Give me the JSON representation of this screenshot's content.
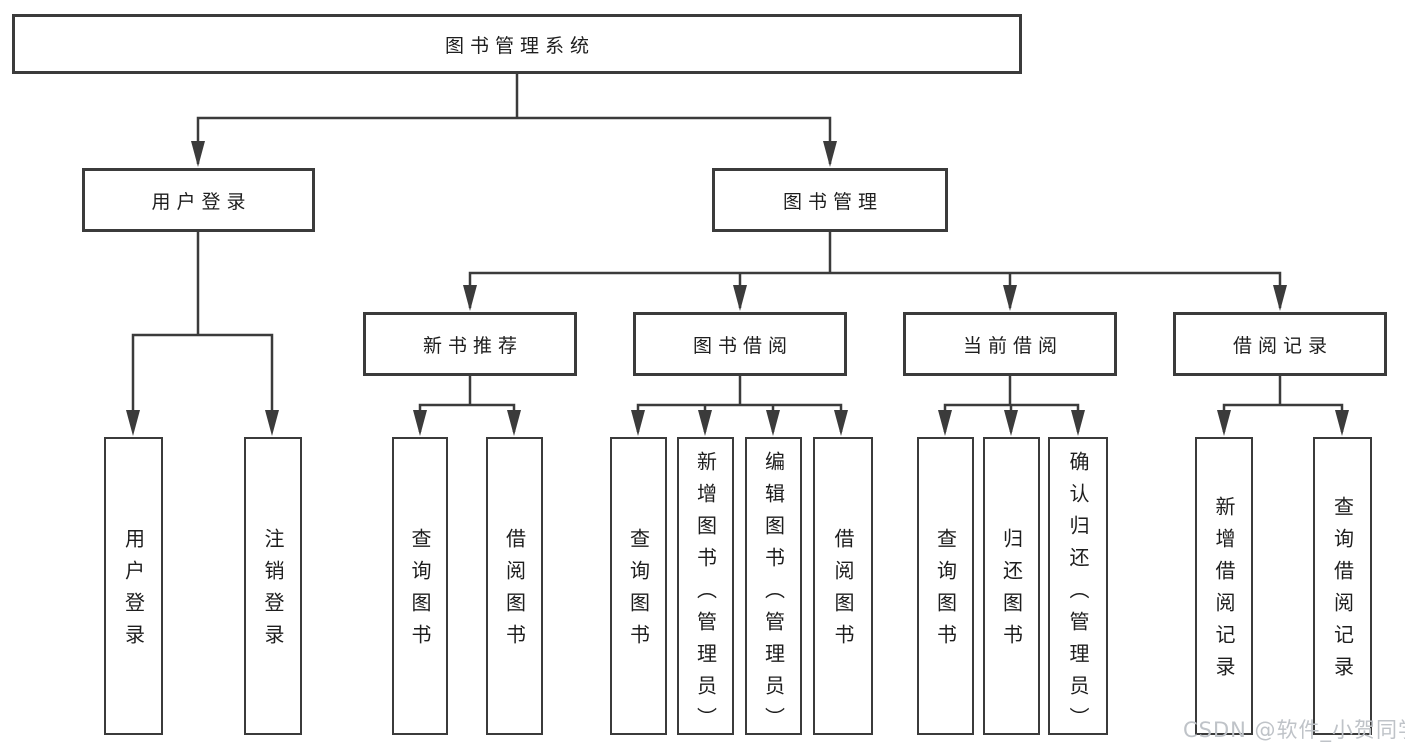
{
  "tree": {
    "label": "图书管理系统",
    "children": [
      {
        "label": "用户登录",
        "children": [
          {
            "label": "用户登录"
          },
          {
            "label": "注销登录"
          }
        ]
      },
      {
        "label": "图书管理",
        "children": [
          {
            "label": "新书推荐",
            "children": [
              {
                "label": "查询图书"
              },
              {
                "label": "借阅图书"
              }
            ]
          },
          {
            "label": "图书借阅",
            "children": [
              {
                "label": "查询图书"
              },
              {
                "label": "新增图书（管理员）"
              },
              {
                "label": "编辑图书（管理员）"
              },
              {
                "label": "借阅图书"
              }
            ]
          },
          {
            "label": "当前借阅",
            "children": [
              {
                "label": "查询图书"
              },
              {
                "label": "归还图书"
              },
              {
                "label": "确认归还（管理员）"
              }
            ]
          },
          {
            "label": "借阅记录",
            "children": [
              {
                "label": "新增借阅记录"
              },
              {
                "label": "查询借阅记录"
              }
            ]
          }
        ]
      }
    ]
  },
  "watermark": {
    "text": "CSDN @软件_小贺同学"
  },
  "colors": {
    "line": "#3b3b3b",
    "box_border": "#3b3b3b",
    "text": "#1e1e1e",
    "watermark": "#bfc3c8",
    "background": "#ffffff"
  }
}
